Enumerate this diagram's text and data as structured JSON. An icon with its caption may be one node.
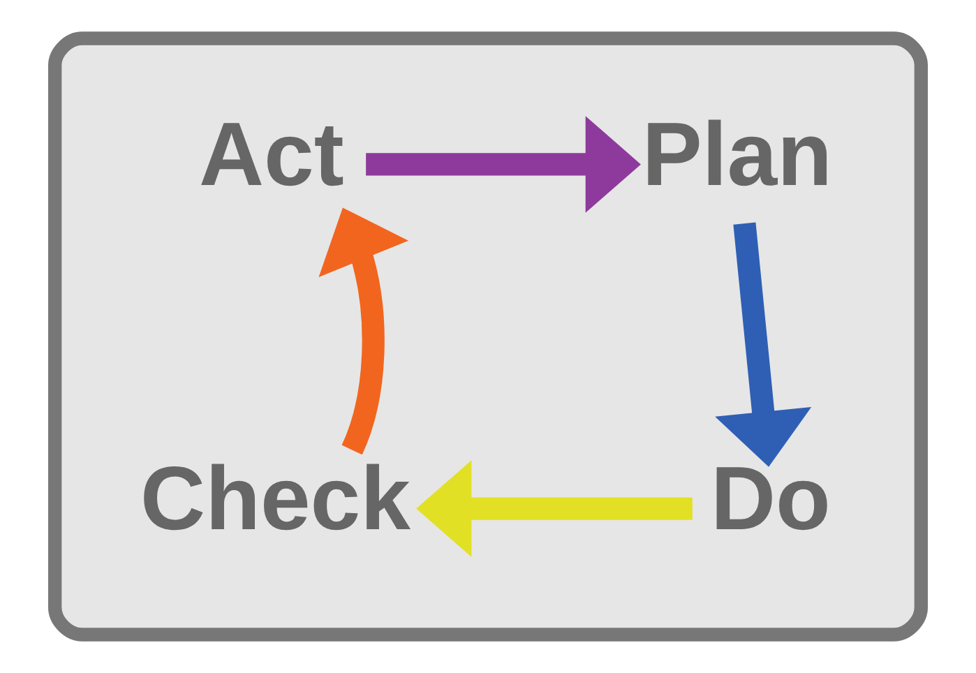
{
  "diagram": {
    "nodes": [
      {
        "text": [],
        "shape": "cloud"
      },
      {
        "text": [
          "Act"
        ],
        "in": 0
      },
      {
        "text": [
          "Plan"
        ],
        "in": 0
      },
      {
        "text": [
          "Do"
        ],
        "in": 0
      },
      {
        "text": [
          "Check"
        ],
        "in": 0
      }
    ],
    "edges": [
      {
        "from": 1,
        "to": 2,
        "arrow": "to",
        "color": "#8e3a9c"
      },
      {
        "from": 2,
        "to": 3,
        "arrow": "to",
        "color": "#2f5fb5"
      },
      {
        "from": 3,
        "to": 4,
        "arrow": "to",
        "color": "#e2e024"
      },
      {
        "from": 4,
        "to": 1,
        "arrow": "to",
        "color": "#f2651e"
      }
    ]
  }
}
